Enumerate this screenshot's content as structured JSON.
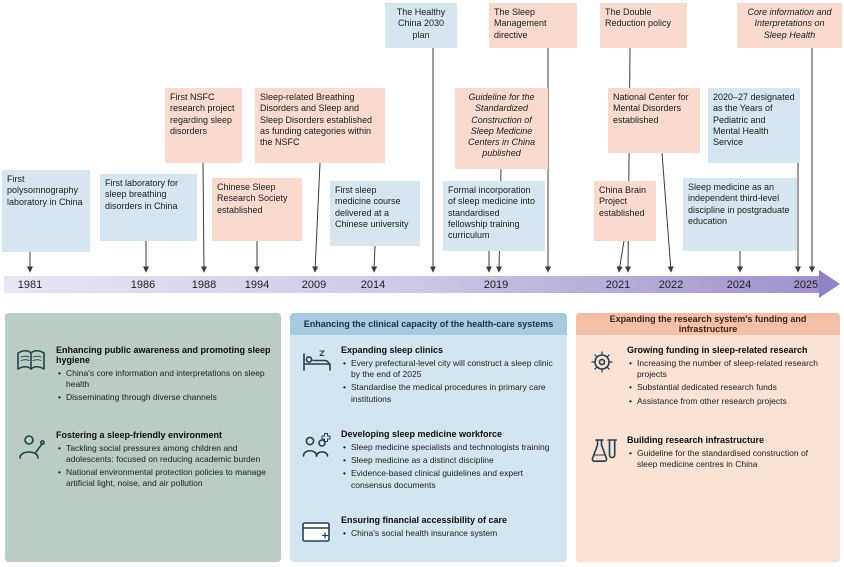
{
  "figure": {
    "description": "Timeline of milestones in sleep medicine and sleep health policy in China, 1981-2025, with three policy pillars"
  },
  "colors": {
    "milestone_blue": "#d6e6f0",
    "milestone_pink": "#f8dbce",
    "panel_green": "#b9cdc0",
    "panel_blue": "#d3e5f0",
    "panel_blue_header": "#a6cbdf",
    "panel_pink": "#fae2d5",
    "panel_pink_header": "#f3c0a7",
    "timeline_gradient_start": "#e9e5f4",
    "timeline_gradient_end": "#a191cd"
  },
  "timeline": {
    "years": [
      "1981",
      "1986",
      "1988",
      "1994",
      "2009",
      "2014",
      "2019",
      "2021",
      "2022",
      "2024",
      "2025"
    ],
    "boxes": [
      {
        "text": "First polysomnography laboratory in China"
      },
      {
        "text": "First laboratory for sleep breathing disorders in China"
      },
      {
        "text": "First NSFC research project regarding sleep disorders"
      },
      {
        "text": "Chinese Sleep Research Society established"
      },
      {
        "text": "Sleep-related Breathing Disorders and Sleep and Sleep Disorders established as funding categories within the NSFC"
      },
      {
        "text": "First sleep medicine course delivered at a Chinese university"
      },
      {
        "text": "The Healthy China 2030 plan"
      },
      {
        "text": "Guideline for the Standardized Construction of Sleep Medicine Centers in China published"
      },
      {
        "text": "Formal incorporation of sleep medicine into standardised fellowship training curriculum"
      },
      {
        "text": "The Sleep Management directive"
      },
      {
        "text": "The Double Reduction policy"
      },
      {
        "text": "China Brain Project established"
      },
      {
        "text": "National Center for Mental Disorders established"
      },
      {
        "text": "2020–27 designated as the Years of Pediatric and Mental Health Service"
      },
      {
        "text": "Sleep medicine as an independent third-level discipline in postgraduate education"
      },
      {
        "text": "Core information and Interpretations on Sleep Health"
      }
    ]
  },
  "panels": {
    "public_awareness": {
      "sections": [
        {
          "icon": "open-book-icon",
          "title": "Enhancing public awareness and promoting sleep hygiene",
          "bullets": [
            "China's core information and interpretations on sleep health",
            "Disseminating through diverse channels"
          ]
        },
        {
          "icon": "person-icon",
          "title": "Fostering a sleep-friendly environment",
          "bullets": [
            "Tackling social pressures among children and adolescents: focused on reducing academic burden",
            "National environmental protection policies to manage artificial light, noise, and air pollution"
          ]
        }
      ]
    },
    "clinical_capacity": {
      "header": "Enhancing the clinical capacity of the health-care systems",
      "sections": [
        {
          "icon": "bed-icon",
          "title": "Expanding sleep clinics",
          "bullets": [
            "Every prefectural-level city will construct a sleep clinic by the end of 2025",
            "Standardise the medical procedures in primary care institutions"
          ]
        },
        {
          "icon": "medical-workforce-icon",
          "title": "Developing sleep medicine workforce",
          "bullets": [
            "Sleep medicine specialists and technologists training",
            "Sleep medicine as a distinct discipline",
            "Evidence-based clinical guidelines and expert consensus documents"
          ]
        },
        {
          "icon": "insurance-card-icon",
          "title": "Ensuring financial accessibility of care",
          "bullets": [
            "China's social health insurance system"
          ]
        }
      ]
    },
    "research_funding": {
      "header": "Expanding the research system's funding and infrastructure",
      "sections": [
        {
          "icon": "gear-icon",
          "title": "Growing funding in sleep-related research",
          "bullets": [
            "Increasing the number of sleep-related research projects",
            "Substantial dedicated research funds",
            "Assistance from other research projects"
          ]
        },
        {
          "icon": "lab-flasks-icon",
          "title": "Building research infrastructure",
          "bullets": [
            "Guideline for the standardised construction of sleep medicine centres in China"
          ]
        }
      ]
    }
  }
}
